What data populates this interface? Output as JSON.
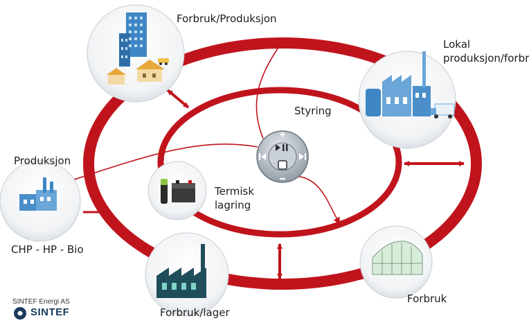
{
  "labels": {
    "forbruk_produksjon": "Forbruk/Produksjon",
    "lokal_line1": "Lokal",
    "lokal_line2": "produksjon/forbruk",
    "styring": "Styring",
    "produksjon": "Produksjon",
    "termisk_line1": "Termisk",
    "termisk_line2": "lagring",
    "chp": "CHP - HP - Bio",
    "forbruk": "Forbruk",
    "forbruk_lager": "Forbruk/lager"
  },
  "credit": {
    "company": "SINTEF Energi AS",
    "brand": "SINTEF"
  },
  "colors": {
    "ring": "#c0141c",
    "node_shadow": "#9aa4ae",
    "building_blue": "#4a8fc9",
    "roof_orange": "#e6a83a"
  },
  "icons": {
    "control_play_pause": "play-pause-icon",
    "control_prev": "skip-back-icon",
    "control_next": "skip-forward-icon",
    "control_plus": "plus-icon",
    "control_minus": "minus-icon",
    "control_stop": "stop-icon"
  }
}
